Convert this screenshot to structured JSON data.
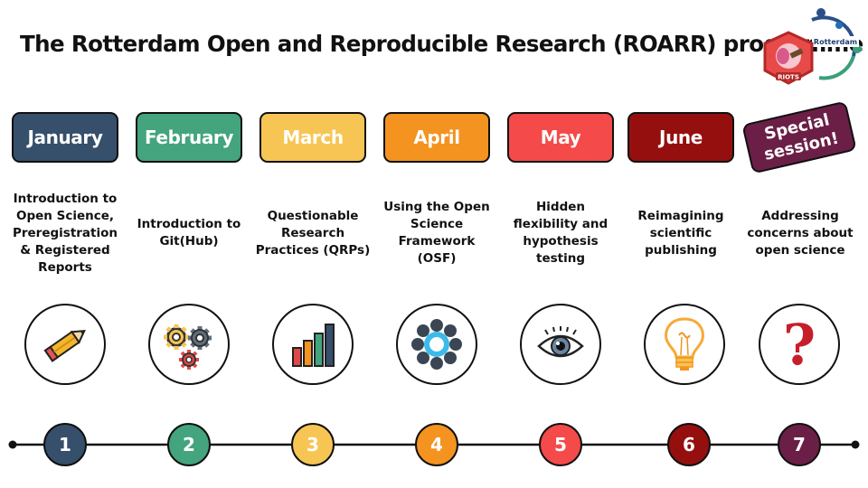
{
  "title": "The Rotterdam Open and Reproducible Research (ROARR) programme",
  "logo": {
    "text_top": "Rotterdam",
    "text_badge": "RIOTS"
  },
  "sessions": [
    {
      "month": "January",
      "topic": "Introduction to Open Science, Preregistration & Registered Reports",
      "number": "1",
      "color": "#364f6b",
      "icon": "pencil-icon"
    },
    {
      "month": "February",
      "topic": "Introduction to Git(Hub)",
      "number": "2",
      "color": "#43a47e",
      "icon": "gears-icon"
    },
    {
      "month": "March",
      "topic": "Questionable Research Practices (QRPs)",
      "number": "3",
      "color": "#f7c553",
      "icon": "bar-chart-icon"
    },
    {
      "month": "April",
      "topic": "Using the Open Science Framework (OSF)",
      "number": "4",
      "color": "#f49320",
      "icon": "osf-icon"
    },
    {
      "month": "May",
      "topic": "Hidden flexibility and hypothesis testing",
      "number": "5",
      "color": "#f44a4a",
      "icon": "eye-icon"
    },
    {
      "month": "June",
      "topic": "Reimagining scientific publishing",
      "number": "6",
      "color": "#950f0f",
      "icon": "lightbulb-icon"
    },
    {
      "month_line1": "Special",
      "month_line2": "session!",
      "topic": "Addressing concerns about open science",
      "number": "7",
      "color": "#6b1f46",
      "icon": "question-mark-icon"
    }
  ]
}
